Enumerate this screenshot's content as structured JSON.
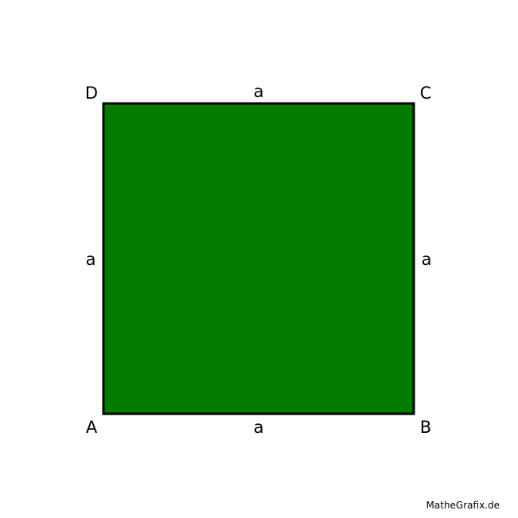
{
  "figure": {
    "fill_color": "#037c00",
    "stroke_color": "#000000",
    "background_color": "#ffffff",
    "vertices": {
      "A": "A",
      "B": "B",
      "C": "C",
      "D": "D"
    },
    "sides": {
      "top": "a",
      "bottom": "a",
      "left": "a",
      "right": "a"
    }
  },
  "watermark": "MatheGrafix.de"
}
